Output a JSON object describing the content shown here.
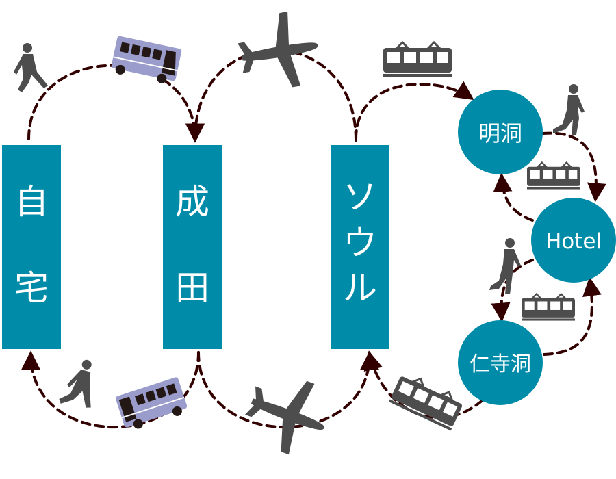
{
  "title": "Travel route diagram",
  "locations": {
    "home": {
      "line1": "自",
      "line2": "宅"
    },
    "narita": {
      "line1": "成",
      "line2": "田"
    },
    "seoul": {
      "line1": "ソ",
      "line2": "ウ",
      "line3": "ル"
    },
    "myeongdong": "明洞",
    "hotel": "Hotel",
    "insadong": "仁寺洞"
  },
  "colors": {
    "node": "#008ca8",
    "path": "#330000",
    "icon": "#4d4d4d",
    "bus": "#9a9ccb"
  },
  "icons": [
    "walk-icon",
    "bus-icon",
    "airplane-icon",
    "train-icon"
  ]
}
